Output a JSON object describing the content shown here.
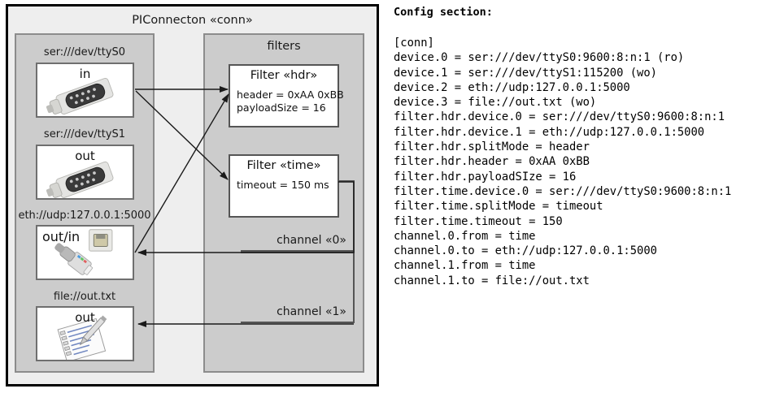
{
  "diagram": {
    "outer": {
      "title": "PIConnecton «conn»"
    },
    "devices_group": {
      "title": ""
    },
    "filters_group": {
      "title": "filters"
    },
    "devices": [
      {
        "label": "ser:///dev/ttyS0",
        "box_title": "in",
        "icon": "serial-connector-icon"
      },
      {
        "label": "ser:///dev/ttyS1",
        "box_title": "out",
        "icon": "serial-connector-icon"
      },
      {
        "label": "eth://udp:127.0.0.1:5000",
        "box_title": "out/in",
        "icon": "ethernet-plug-icon"
      },
      {
        "label": "file://out.txt",
        "box_title": "out",
        "icon": "notepad-pen-icon"
      }
    ],
    "filters": [
      {
        "title": "Filter «hdr»",
        "attrs": "header = 0xAA 0xBB\npayloadSize = 16"
      },
      {
        "title": "Filter «time»",
        "attrs": "timeout = 150 ms"
      }
    ],
    "channels": [
      {
        "label": "channel «0»"
      },
      {
        "label": "channel «1»"
      }
    ]
  },
  "config": {
    "heading": "Config section:",
    "lines": "[conn]\ndevice.0 = ser:///dev/ttyS0:9600:8:n:1 (ro)\ndevice.1 = ser:///dev/ttyS1:115200 (wo)\ndevice.2 = eth://udp:127.0.0.1:5000\ndevice.3 = file://out.txt (wo)\nfilter.hdr.device.0 = ser:///dev/ttyS0:9600:8:n:1\nfilter.hdr.device.1 = eth://udp:127.0.0.1:5000\nfilter.hdr.splitMode = header\nfilter.hdr.header = 0xAA 0xBB\nfilter.hdr.payloadSIze = 16\nfilter.time.device.0 = ser:///dev/ttyS0:9600:8:n:1\nfilter.time.splitMode = timeout\nfilter.time.timeout = 150\nchannel.0.from = time\nchannel.0.to = eth://udp:127.0.0.1:5000\nchannel.1.from = time\nchannel.1.to = file://out.txt"
  },
  "colors": {
    "outer_fill": "#eeeeee",
    "group_fill": "#cccccc",
    "box_fill": "#ffffff",
    "stroke": "#000000"
  }
}
